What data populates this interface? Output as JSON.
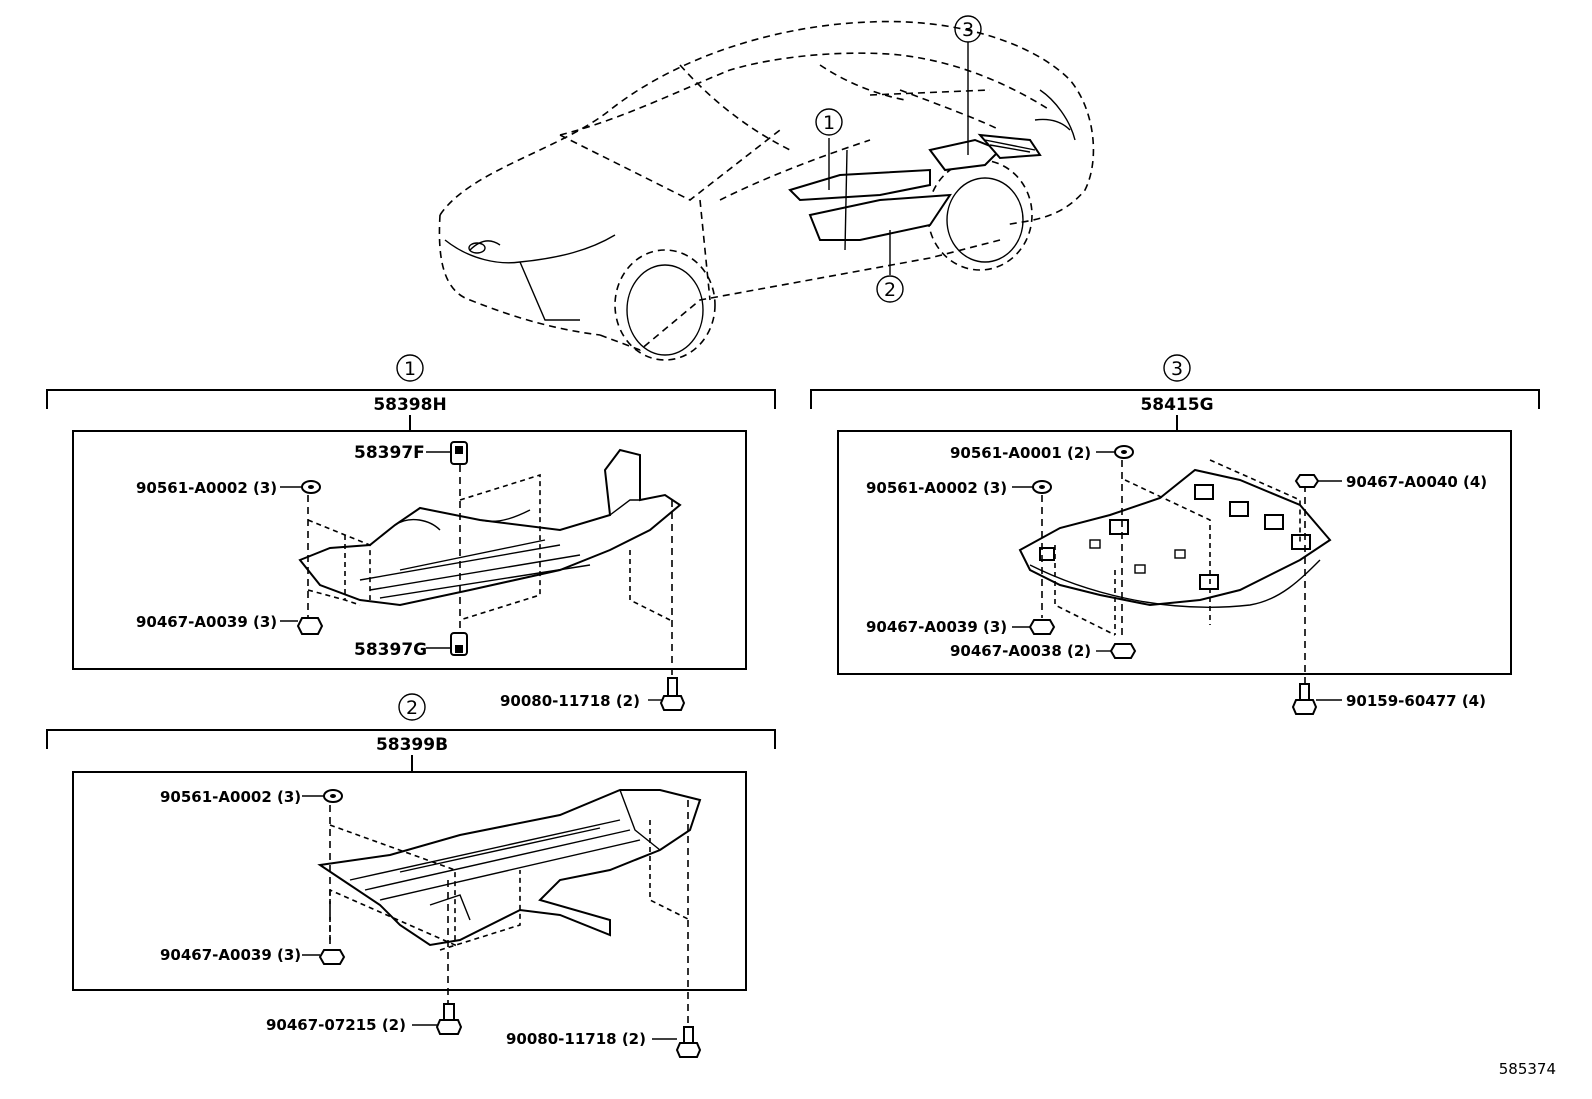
{
  "overview": {
    "callout_1": "1",
    "callout_2": "2",
    "callout_3": "3"
  },
  "group_1": {
    "callout": "1",
    "assembly": "58398H",
    "parts": {
      "clip_top": "58397F",
      "clip_bottom": "58397G",
      "nut_top_left": "90561-A0002 (3)",
      "nut_bottom_left": "90467-A0039 (3)",
      "bolt": "90080-11718 (2)"
    }
  },
  "group_2": {
    "callout": "2",
    "assembly": "58399B",
    "parts": {
      "nut_top_left": "90561-A0002 (3)",
      "nut_bottom_left": "90467-A0039 (3)",
      "bolt_center": "90467-07215 (2)",
      "bolt_right": "90080-11718 (2)"
    }
  },
  "group_3": {
    "callout": "3",
    "assembly": "58415G",
    "parts": {
      "nut_top": "90561-A0001 (2)",
      "nut_second": "90561-A0002 (3)",
      "nut_right": "90467-A0040 (4)",
      "nut_bottom_1": "90467-A0039 (3)",
      "nut_bottom_2": "90467-A0038 (2)",
      "bolt": "90159-60477 (4)"
    }
  },
  "illustration_id": "585374"
}
